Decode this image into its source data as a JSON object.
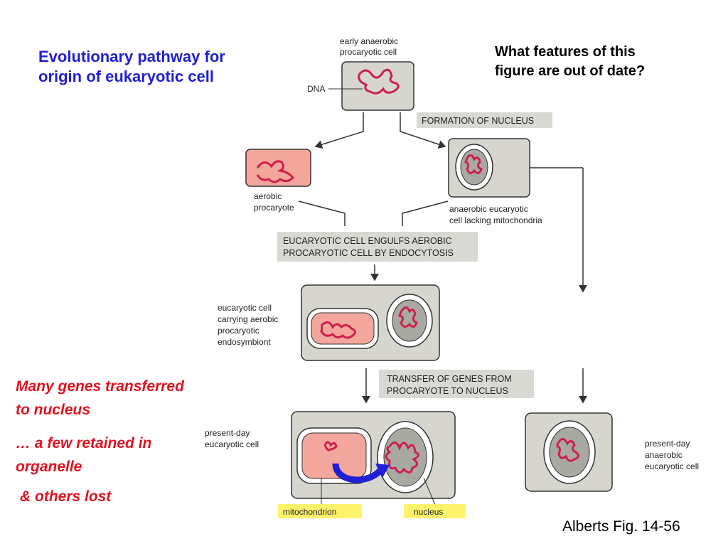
{
  "slide": {
    "title_line1": "Evolutionary pathway for",
    "title_line2": "origin of eukaryotic cell",
    "question_line1": "What features of this",
    "question_line2": "figure are out of date?",
    "note_genes_line1": "Many genes transferred",
    "note_genes_line2": "to nucleus",
    "note_retained_line1": "… a few retained in",
    "note_retained_line2": "organelle",
    "note_lost": "& others lost",
    "citation": "Alberts Fig. 14-56"
  },
  "diagram": {
    "early_cell_label": [
      "early anaerobic",
      "procaryotic cell"
    ],
    "dna_label": "DNA",
    "step_nucleus": "FORMATION OF NUCLEUS",
    "aerobic_label": [
      "aerobic",
      "procaryote"
    ],
    "anaerobic_euk_label": [
      "anaerobic eucaryotic",
      "cell lacking mitochondria"
    ],
    "step_engulf": [
      "EUCARYOTIC CELL ENGULFS AEROBIC",
      "PROCARYOTIC CELL BY ENDOCYTOSIS"
    ],
    "endosymbiont_label": [
      "eucaryotic cell",
      "carrying aerobic",
      "procaryotic",
      "endosymbiont"
    ],
    "step_transfer": [
      "TRANSFER OF GENES FROM",
      "PROCARYOTE TO NUCLEUS"
    ],
    "present_euk_label": [
      "present-day",
      "eucaryotic cell"
    ],
    "present_anaerobic_label": [
      "present-day",
      "anaerobic",
      "eucaryotic cell"
    ],
    "mitochondrion_label": "mitochondrion",
    "nucleus_label": "nucleus",
    "colors": {
      "cell_fill": "#d6d6cf",
      "procaryote_fill": "#f3a79c",
      "dna": "#cc1f4a",
      "highlight": "#fff36b",
      "arrow_blue": "#1f1fd6"
    }
  }
}
